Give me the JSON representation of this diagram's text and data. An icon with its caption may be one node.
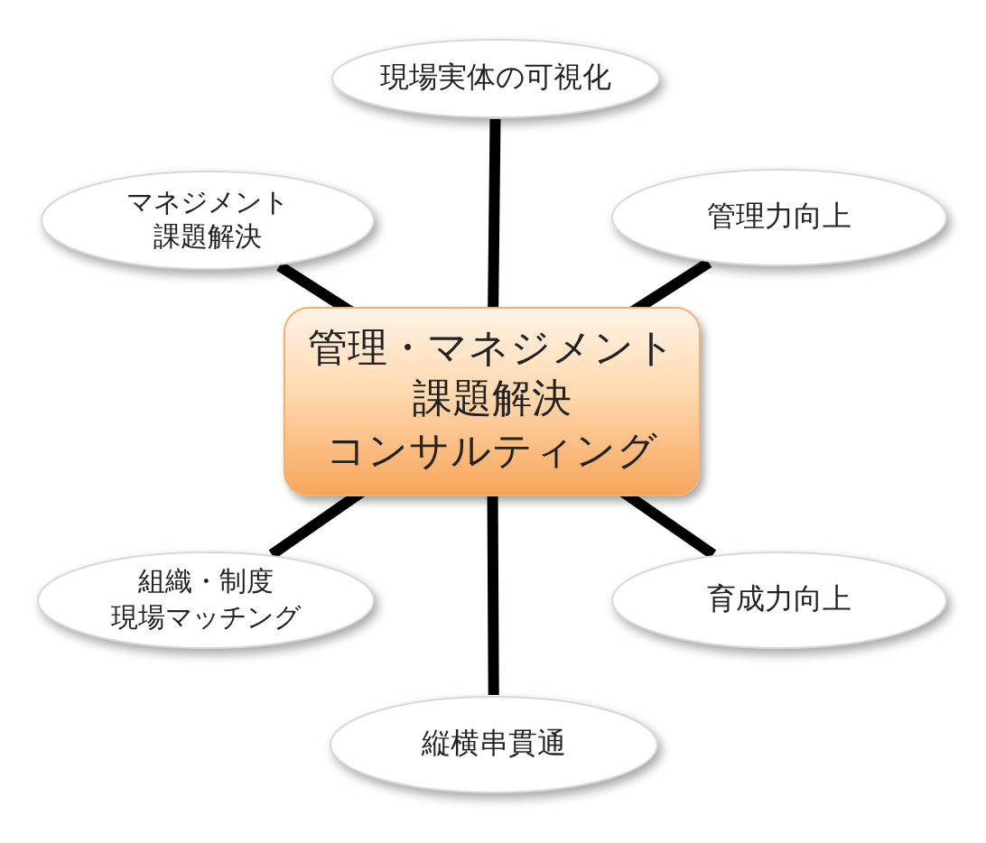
{
  "diagram": {
    "nodes": [
      {
        "text": [
          "現場実体の可視化"
        ]
      },
      {
        "text": [
          "マネジメント課題解決"
        ]
      },
      {
        "text": [
          "管理力向上"
        ]
      },
      {
        "text": [
          "管理・マネジメント課題解決コンサルティング"
        ]
      },
      {
        "text": [
          "組織・制度現場マッチング"
        ]
      },
      {
        "text": [
          "育成力向上"
        ]
      },
      {
        "text": [
          "縦横串貫通"
        ]
      }
    ],
    "edges": [
      {
        "from": 3,
        "to": 0,
        "arrow": "none"
      },
      {
        "from": 3,
        "to": 1,
        "arrow": "none"
      },
      {
        "from": 3,
        "to": 2,
        "arrow": "none"
      },
      {
        "from": 3,
        "to": 4,
        "arrow": "none"
      },
      {
        "from": 3,
        "to": 5,
        "arrow": "none"
      },
      {
        "from": 3,
        "to": 6,
        "arrow": "none"
      }
    ]
  }
}
